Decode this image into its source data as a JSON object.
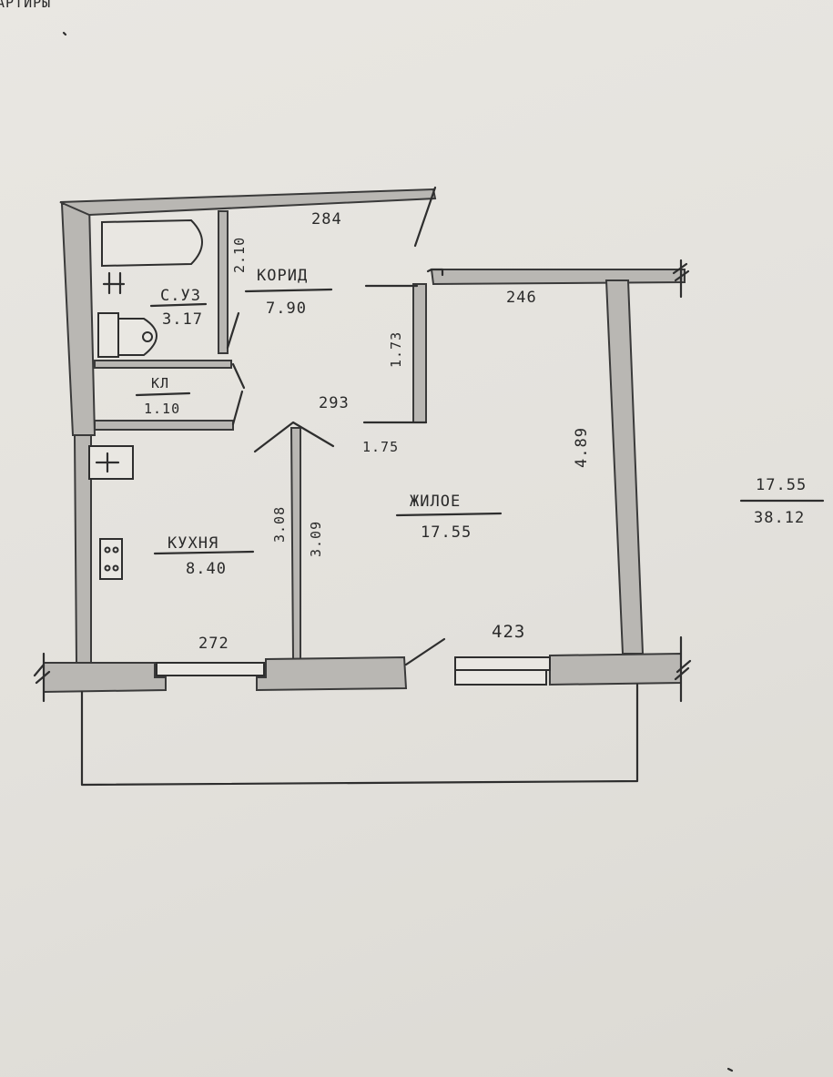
{
  "header_fragment": "АРТИРЫ",
  "rooms": {
    "bathroom": {
      "name": "С.УЗ",
      "area": "3.17"
    },
    "corridor": {
      "name": "КОРИД",
      "area": "7.90"
    },
    "pantry": {
      "name": "КЛ",
      "area": "1.10"
    },
    "kitchen": {
      "name": "КУХНЯ",
      "area": "8.40"
    },
    "living": {
      "name": "ЖИЛОЕ",
      "area": "17.55"
    }
  },
  "dimensions": {
    "top_corridor": "284",
    "bath_height": "2.10",
    "top_living": "246",
    "closet_height": "1.73",
    "corridor_width": "293",
    "closet_width": "1.75",
    "living_depth": "4.89",
    "kitchen_inner": "3.08",
    "kitchen_outer": "3.09",
    "kitchen_width": "272",
    "living_width": "423"
  },
  "totals": {
    "living_area": "17.55",
    "total_area": "38.12"
  }
}
